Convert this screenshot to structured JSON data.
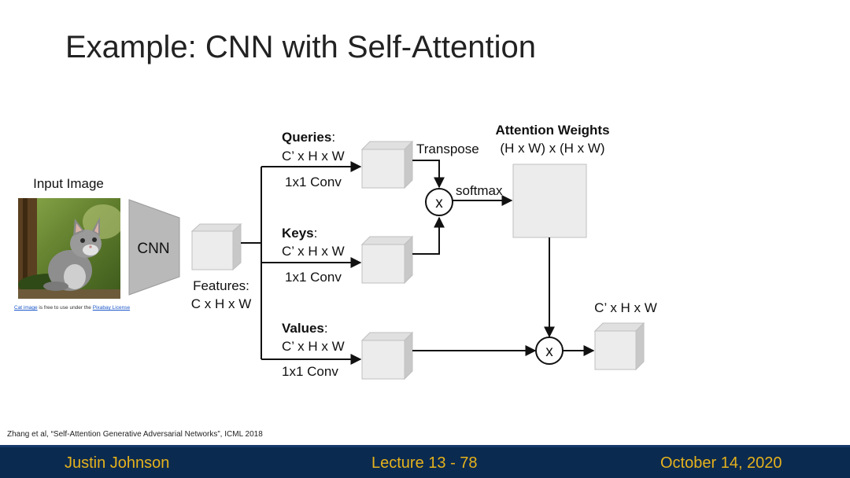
{
  "slide": {
    "title": "Example: CNN with Self-Attention"
  },
  "diagram": {
    "input_image_label": "Input Image",
    "cnn_label": "CNN",
    "features_label": "Features:",
    "features_shape": "C x H x W",
    "queries_label": "Queries",
    "queries_colon": ":",
    "queries_shape": "C’ x H x W",
    "queries_conv": "1x1 Conv",
    "keys_label": "Keys",
    "keys_colon": ":",
    "keys_shape": "C’ x H x W",
    "keys_conv": "1x1 Conv",
    "values_label": "Values",
    "values_colon": ":",
    "values_shape": "C’ x H x W",
    "values_conv": "1x1 Conv",
    "transpose_label": "Transpose",
    "softmax_label": "softmax",
    "multiply_symbol_1": "x",
    "multiply_symbol_2": "x",
    "attention_weights_label": "Attention Weights",
    "attention_weights_shape": "(H x W) x (H x W)",
    "output_shape": "C’ x H x W"
  },
  "image_credit": {
    "link1": "Cat image",
    "middle": " is free to use under the ",
    "link2": "Pixabay License"
  },
  "citation": "Zhang et al, “Self-Attention Generative Adversarial Networks”, ICML 2018",
  "footer": {
    "author": "Justin Johnson",
    "lecture": "Lecture 13 - 78",
    "date": "October 14, 2020"
  },
  "colors": {
    "footer_bg": "#0b2a4f",
    "footer_text": "#e6b21c",
    "box_face": "#ececec",
    "cnn_fill": "#b9b9b9"
  }
}
